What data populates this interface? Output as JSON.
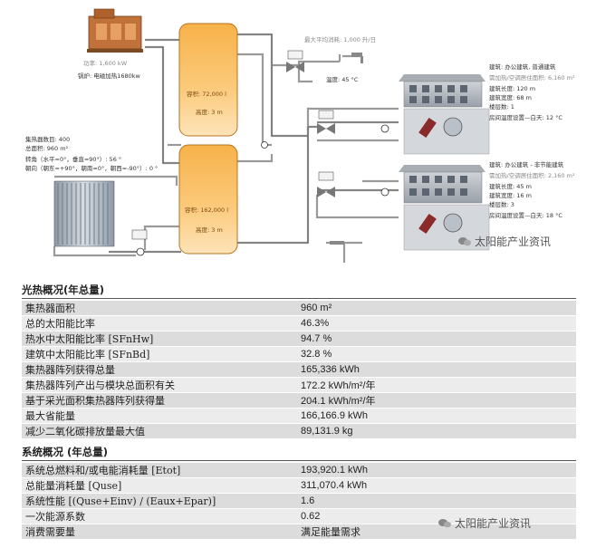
{
  "diagram": {
    "boiler_power": "功率: 1,600 kW",
    "boiler_label": "锅炉: 电磁加热1680kw",
    "dhw_consumption": "最大平均消耗: 1,000 升/日",
    "dhw_temp": "温度: 45 °C",
    "tank_top_volume": "容积: 72,000 l",
    "tank_top_height": "高度: 3 m",
    "tank_bottom_volume": "容积: 162,000 l",
    "tank_bottom_height": "高度: 3 m",
    "collector_count": "集热器数目: 400",
    "collector_area": "总面积: 960 m²",
    "collector_tilt": "转角（水平=0°，垂直=90°）: 56 °",
    "collector_orient": "朝向（朝东=+90°，朝南=0°，朝西=-90°）: 0 °",
    "b1_name": "建筑: 办公建筑, 普通建筑",
    "b1_area": "需加热/空调居住面积: 6,160 m²",
    "b1_length": "建筑长度: 120 m",
    "b1_width": "建筑宽度: 68 m",
    "b1_floors": "楼层数: 1",
    "b1_setpoint": "房间温度设置—白天: 12 °C",
    "b2_name": "建筑: 办公建筑 - 非节能建筑",
    "b2_area": "需加热/空调居住面积: 2,160 m²",
    "b2_length": "建筑长度: 45 m",
    "b2_width": "建筑宽度: 16 m",
    "b2_floors": "楼层数: 3",
    "b2_setpoint": "房间温度设置—白天: 18 °C",
    "watermark": "太阳能产业资讯"
  },
  "solar_section": {
    "title": "光热概况(年总量)",
    "rows": [
      {
        "label": "集热器面积",
        "value": "960 m²"
      },
      {
        "label": "总的太阳能比率",
        "value": "46.3%"
      },
      {
        "label": "热水中太阳能比率 [SFnHw]",
        "value": "94.7 %"
      },
      {
        "label": "建筑中太阳能比率 [SFnBd]",
        "value": "32.8 %"
      },
      {
        "label": "集热器阵列获得总量",
        "value": "165,336 kWh"
      },
      {
        "label": "集热器阵列产出与模块总面积有关",
        "value": "172.2 kWh/m²/年"
      },
      {
        "label": "基于采光面积集热器阵列获得量",
        "value": "204.1 kWh/m²/年"
      },
      {
        "label": "最大省能量",
        "value": "166,166.9 kWh"
      },
      {
        "label": "减少二氧化碳排放量最大值",
        "value": "89,131.9 kg"
      }
    ]
  },
  "system_section": {
    "title": "系统概况 (年总量)",
    "rows": [
      {
        "label": "系统总燃料和/或电能消耗量 [Etot]",
        "value": "193,920.1 kWh"
      },
      {
        "label": "总能量消耗量 [Quse]",
        "value": "311,070.4 kWh"
      },
      {
        "label": "系统性能 [(Quse+Einv) / (Eaux+Epar)]",
        "value": "1.6"
      },
      {
        "label": "一次能源系数",
        "value": "0.62"
      },
      {
        "label": "消费需要量",
        "value": "满足能量需求"
      }
    ]
  },
  "watermark_bottom": "太阳能产业资讯"
}
